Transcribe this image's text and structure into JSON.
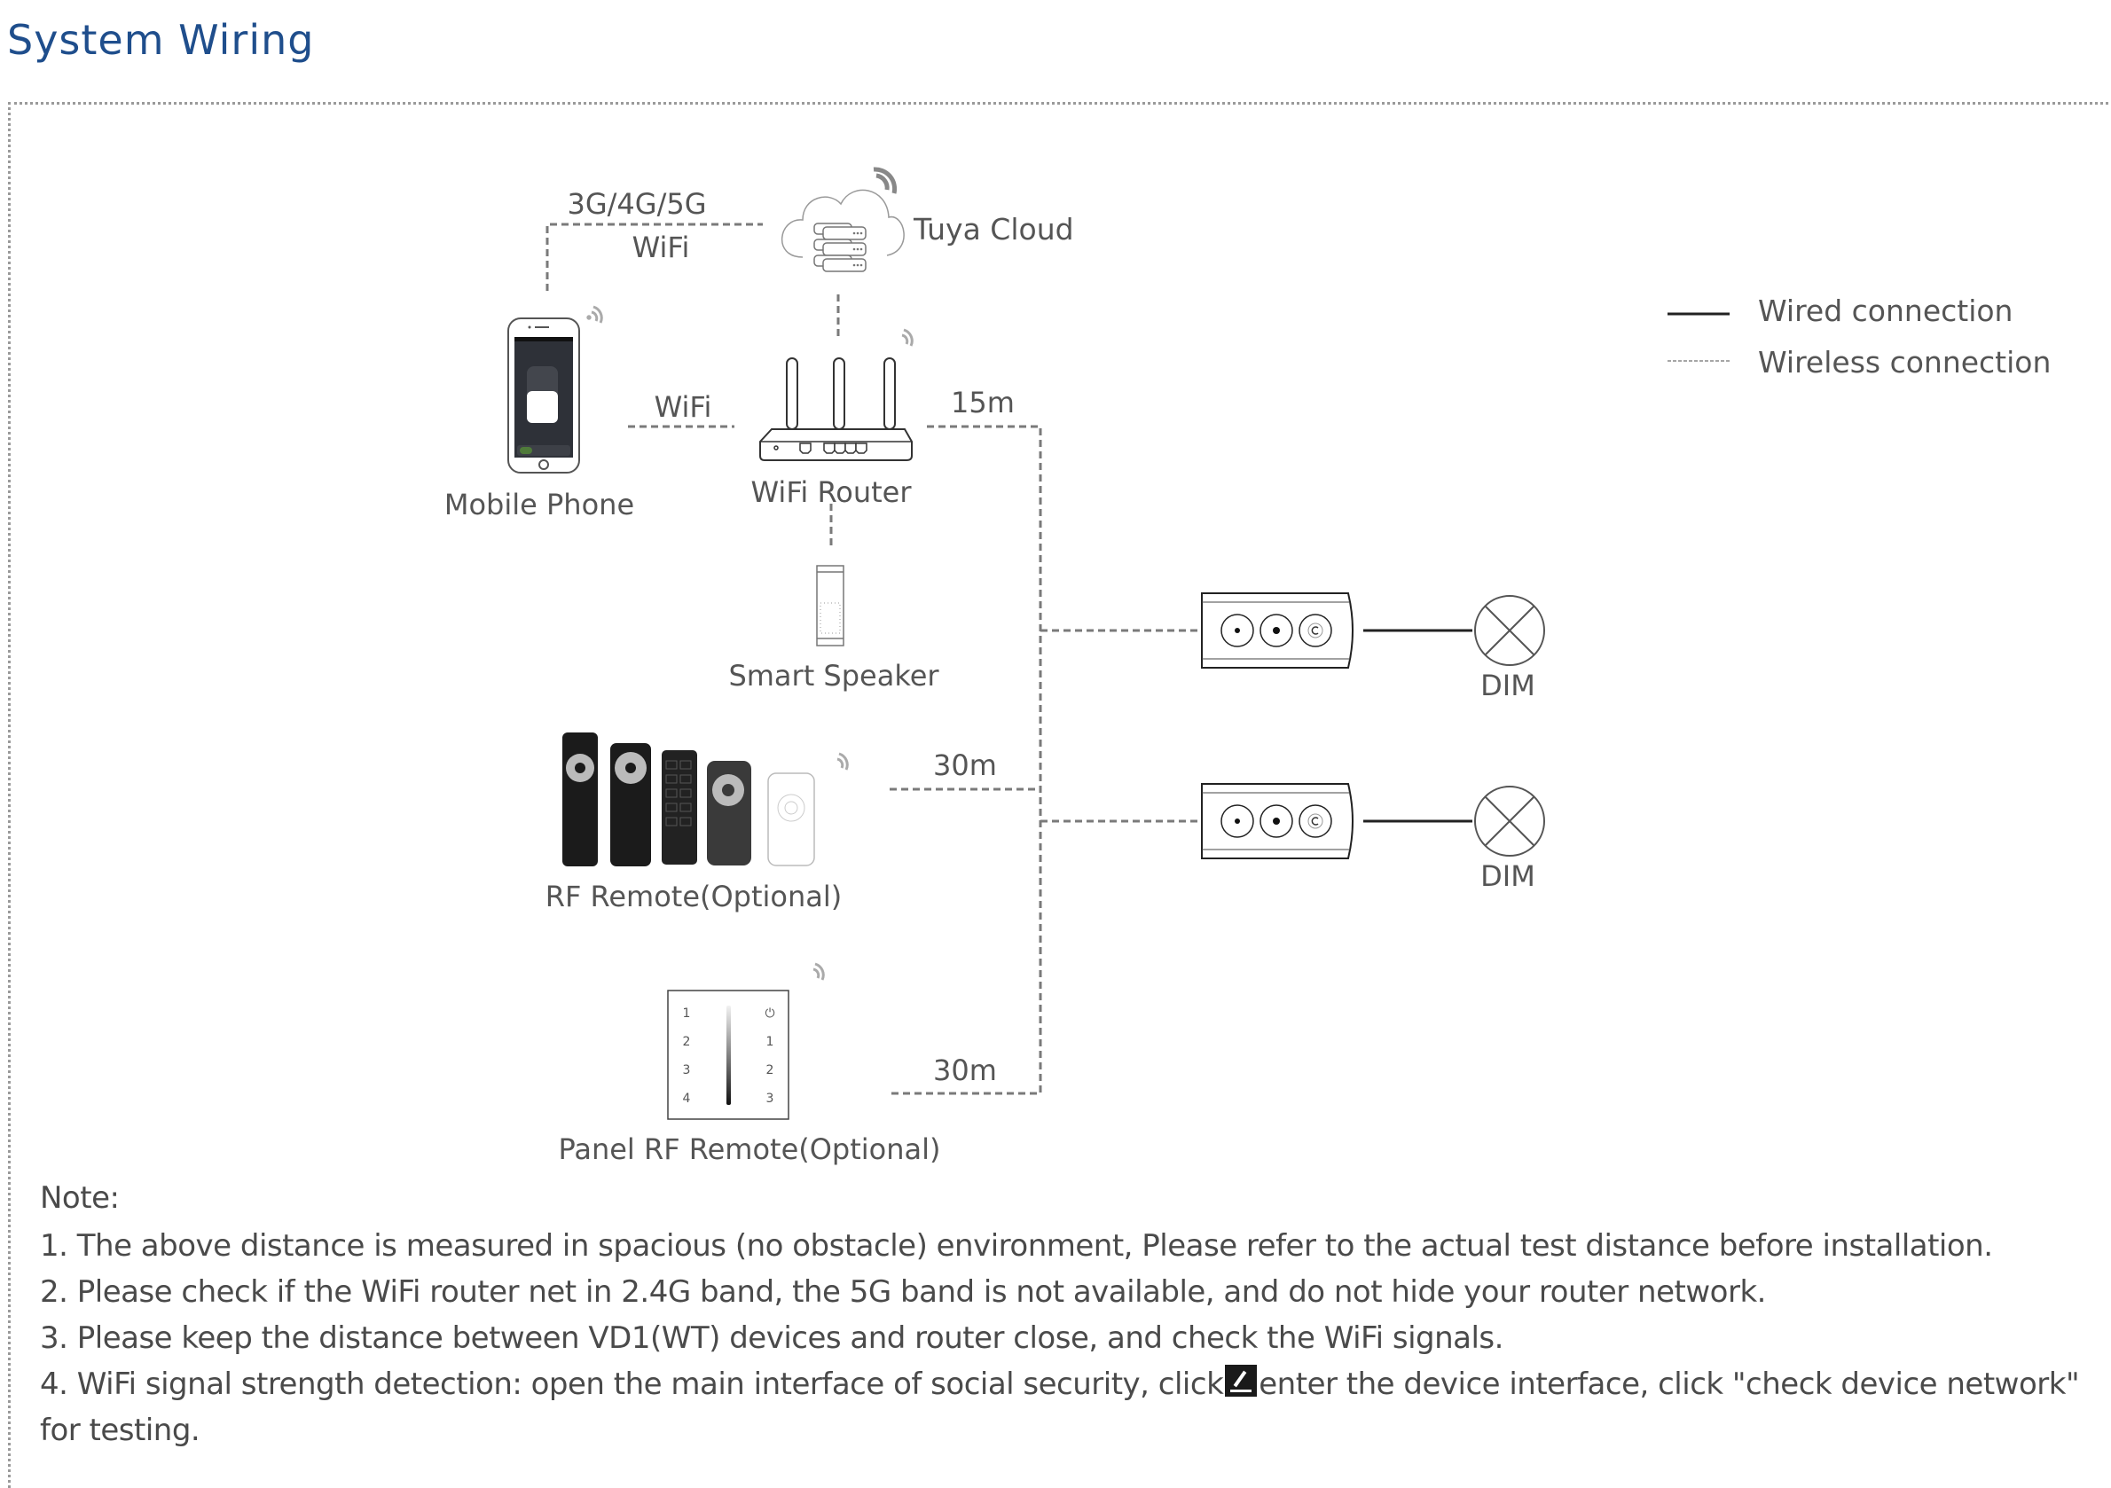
{
  "header": {
    "title": "System Wiring"
  },
  "legend": {
    "wired": "Wired connection",
    "wireless": "Wireless connection"
  },
  "nodes": {
    "cloud": {
      "label": "Tuya Cloud",
      "icon": "cloud-server-icon"
    },
    "phone": {
      "label": "Mobile Phone",
      "icon": "smartphone-icon"
    },
    "router": {
      "label": "WiFi Router",
      "icon": "router-icon"
    },
    "speaker": {
      "label": "Smart Speaker",
      "icon": "smart-speaker-icon"
    },
    "rf_remote": {
      "label": "RF Remote(Optional)",
      "icon": "rf-remotes-icon"
    },
    "panel_remote": {
      "label": "Panel RF Remote(Optional)",
      "icon": "panel-remote-icon",
      "left_keys": [
        "1",
        "2",
        "3",
        "4"
      ],
      "right_keys": [
        "⏻",
        "1",
        "2",
        "3"
      ]
    },
    "controllers": [
      {
        "name": "controller-1",
        "load_label": "DIM"
      },
      {
        "name": "controller-2",
        "load_label": "DIM"
      }
    ]
  },
  "links": {
    "phone_cloud_top": "3G/4G/5G",
    "phone_cloud_bottom": "WiFi",
    "phone_router": "WiFi",
    "router_distance": "15m",
    "rf_remote_distance": "30m",
    "panel_remote_distance": "30m"
  },
  "notes": {
    "heading": "Note:",
    "items": [
      "1. The above distance is measured in spacious (no obstacle) environment, Please refer to the actual test distance before installation.",
      "2. Please check if the WiFi router net in 2.4G band, the 5G band is not available, and do not hide your router network.",
      "3. Please keep the distance between VD1(WT) devices and router close, and check the WiFi signals."
    ],
    "item4_before": "4. WiFi signal strength detection: open the main interface of social security, click",
    "item4_icon": "edit-icon",
    "item4_after": "enter the device interface, click \"check device network\" for testing."
  },
  "colors": {
    "title": "#1f4e8c",
    "text": "#4a4a4a",
    "wireless_line": "#7a7a7a",
    "wired_line": "#222222"
  }
}
